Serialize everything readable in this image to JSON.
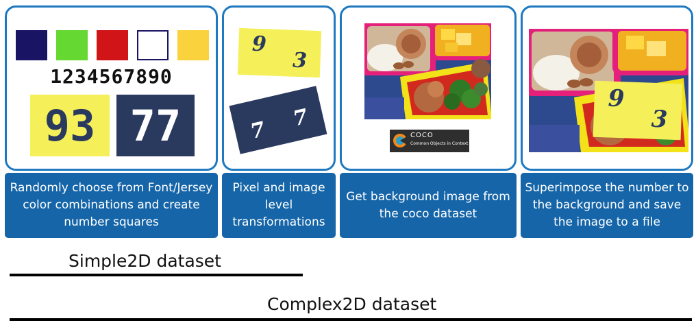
{
  "steps": [
    {
      "caption": "Randomly choose from Font/Jersey color combinations and create number squares",
      "digits_row": "1234567890",
      "numbers": [
        "93",
        "77"
      ]
    },
    {
      "caption": "Pixel and image level transformations",
      "transformed_numbers": [
        {
          "left": "9",
          "right": "3"
        },
        {
          "left": "7",
          "right": "7"
        }
      ]
    },
    {
      "caption": "Get background image from the coco dataset",
      "logo": {
        "name": "COCO",
        "tagline": "Common Objects in Context"
      }
    },
    {
      "caption": "Superimpose the number to the background and save the image to a file",
      "overlay_number": {
        "left": "9",
        "right": "3"
      }
    }
  ],
  "colors": {
    "swatches": [
      "#1a1464",
      "#66d832",
      "#d01418",
      "#ffffff",
      "#f9d23e"
    ],
    "panel_border": "#1e79c0",
    "caption_fill": "#1565a8",
    "jersey_yellow": "#f5f059",
    "jersey_navy": "#2a3a5e"
  },
  "datasets": {
    "simple": "Simple2D dataset",
    "complex": "Complex2D dataset"
  }
}
